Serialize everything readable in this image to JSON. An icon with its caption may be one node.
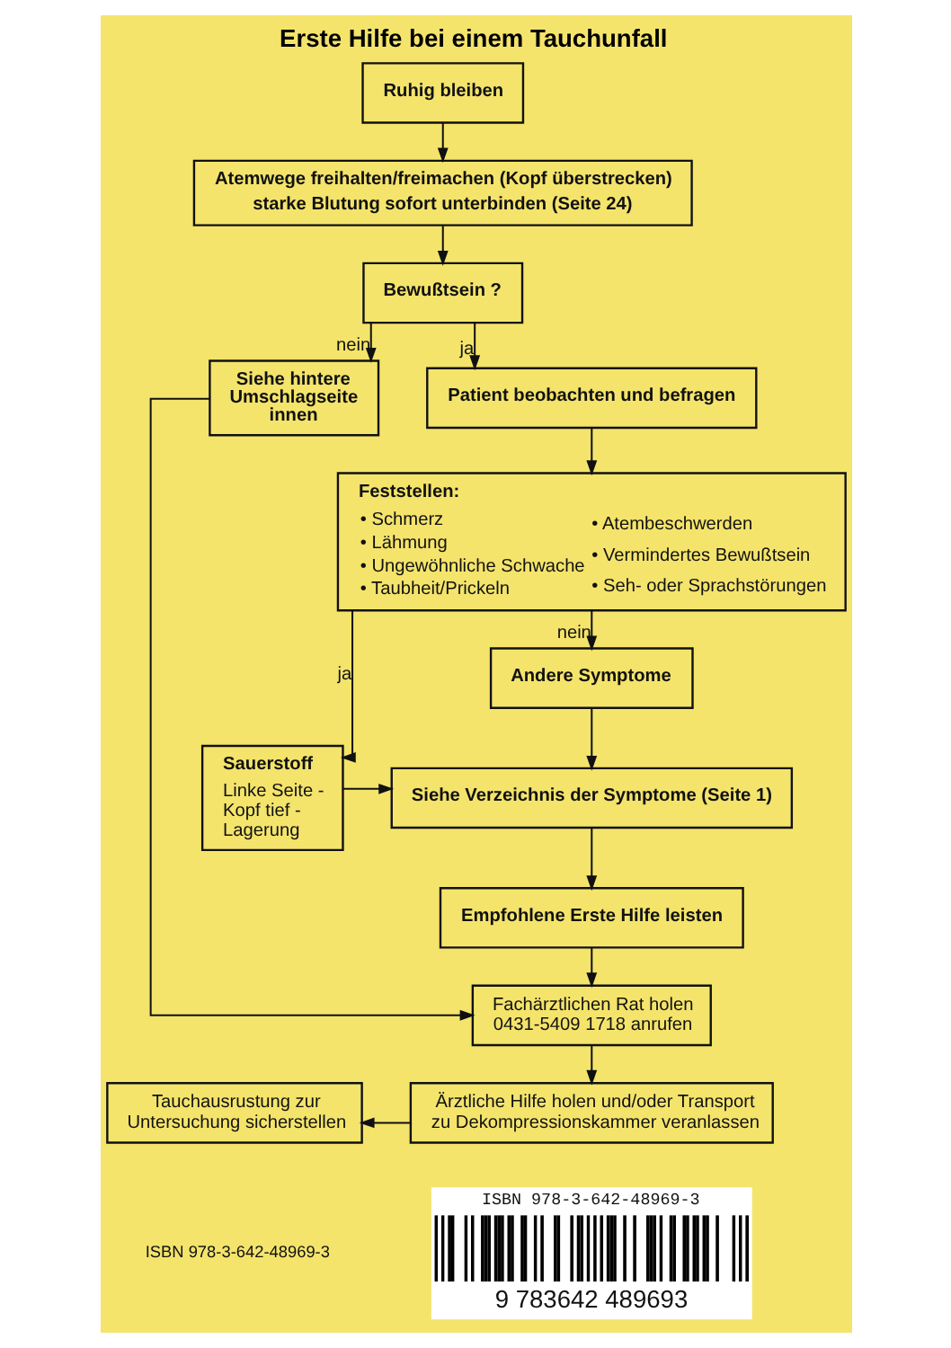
{
  "diagram": {
    "title": "Erste Hilfe bei einem Tauchunfall",
    "nodes": [
      {
        "text": [
          "Ruhig bleiben"
        ]
      },
      {
        "text": [
          "Atemwege freihalten/freimachen (Kopf überstrecken)",
          "starke Blutung sofort unterbinden (Seite 24)"
        ]
      },
      {
        "text": [
          "Bewußtsein ?"
        ]
      },
      {
        "text": [
          "Siehe hintere Umschlagseite innen"
        ]
      },
      {
        "text": [
          "Patient beobachten und befragen"
        ]
      },
      {
        "text": [
          "Feststellen:",
          "• Schmerz",
          "• Lähmung",
          "• Ungewöhnliche Schwache",
          "• Taubheit/Prickeln",
          "• Atembeschwerden",
          "• Vermindertes Bewußtsein",
          "• Seh- oder Sprachstörungen"
        ]
      },
      {
        "text": [
          "Andere Symptome"
        ]
      },
      {
        "text": [
          "Sauerstoff",
          "Linke Seite - Kopf tief - Lagerung"
        ]
      },
      {
        "text": [
          "Siehe Verzeichnis der Symptome (Seite 1)"
        ]
      },
      {
        "text": [
          "Empfohlene Erste Hilfe leisten"
        ]
      },
      {
        "text": [
          "Fachärztlichen Rat holen 0431-5409 1718 anrufen"
        ]
      },
      {
        "text": [
          "Tauchausrustung zur Untersuchung sicherstellen"
        ]
      },
      {
        "text": [
          "Ärztliche Hilfe holen und/oder Transport zu Dekompressionskammer veranlassen"
        ]
      }
    ],
    "edges": [
      {
        "from": 0,
        "to": 1,
        "arrow": "to"
      },
      {
        "from": 1,
        "to": 2,
        "arrow": "to"
      },
      {
        "from": 2,
        "to": 3,
        "arrow": "to",
        "label": "nein"
      },
      {
        "from": 2,
        "to": 4,
        "arrow": "to",
        "label": "ja"
      },
      {
        "from": 4,
        "to": 5,
        "arrow": "to"
      },
      {
        "from": 5,
        "to": 7,
        "arrow": "to",
        "label": "ja"
      },
      {
        "from": 5,
        "to": 6,
        "arrow": "to",
        "label": "nein"
      },
      {
        "from": 6,
        "to": 8,
        "arrow": "to"
      },
      {
        "from": 7,
        "to": 8,
        "arrow": "to"
      },
      {
        "from": 8,
        "to": 9,
        "arrow": "to"
      },
      {
        "from": 9,
        "to": 10,
        "arrow": "to"
      },
      {
        "from": 3,
        "to": 10,
        "arrow": "to"
      },
      {
        "from": 10,
        "to": 12,
        "arrow": "to"
      },
      {
        "from": 12,
        "to": 11,
        "arrow": "to"
      }
    ],
    "labels": [
      "ISBN 978-3-642-48969-3",
      "9 783642 489693",
      "ISBN 978-3-642-48969-3"
    ]
  }
}
